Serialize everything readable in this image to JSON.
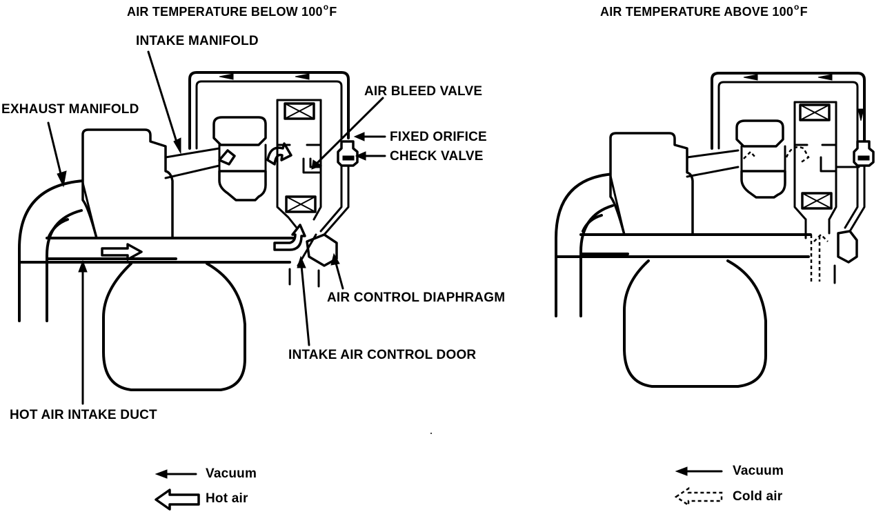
{
  "left_panel": {
    "title_prefix": "AIR TEMPERATURE BELOW 100",
    "title_suffix": "F",
    "labels": {
      "intake_manifold": "INTAKE MANIFOLD",
      "exhaust_manifold": "EXHAUST MANIFOLD",
      "air_bleed_valve": "AIR BLEED VALVE",
      "fixed_orifice": "FIXED ORIFICE",
      "check_valve": "CHECK VALVE",
      "air_control_diaphragm": "AIR CONTROL DIAPHRAGM",
      "intake_air_control_door": "INTAKE AIR CONTROL DOOR",
      "hot_air_intake_duct": "HOT AIR INTAKE DUCT"
    },
    "legend": {
      "vacuum": "Vacuum",
      "hot_air": "Hot air"
    }
  },
  "right_panel": {
    "title_prefix": "AIR TEMPERATURE ABOVE 100",
    "title_suffix": "F",
    "legend": {
      "vacuum": "Vacuum",
      "cold_air": "Cold air"
    }
  },
  "degree_symbol": "o"
}
